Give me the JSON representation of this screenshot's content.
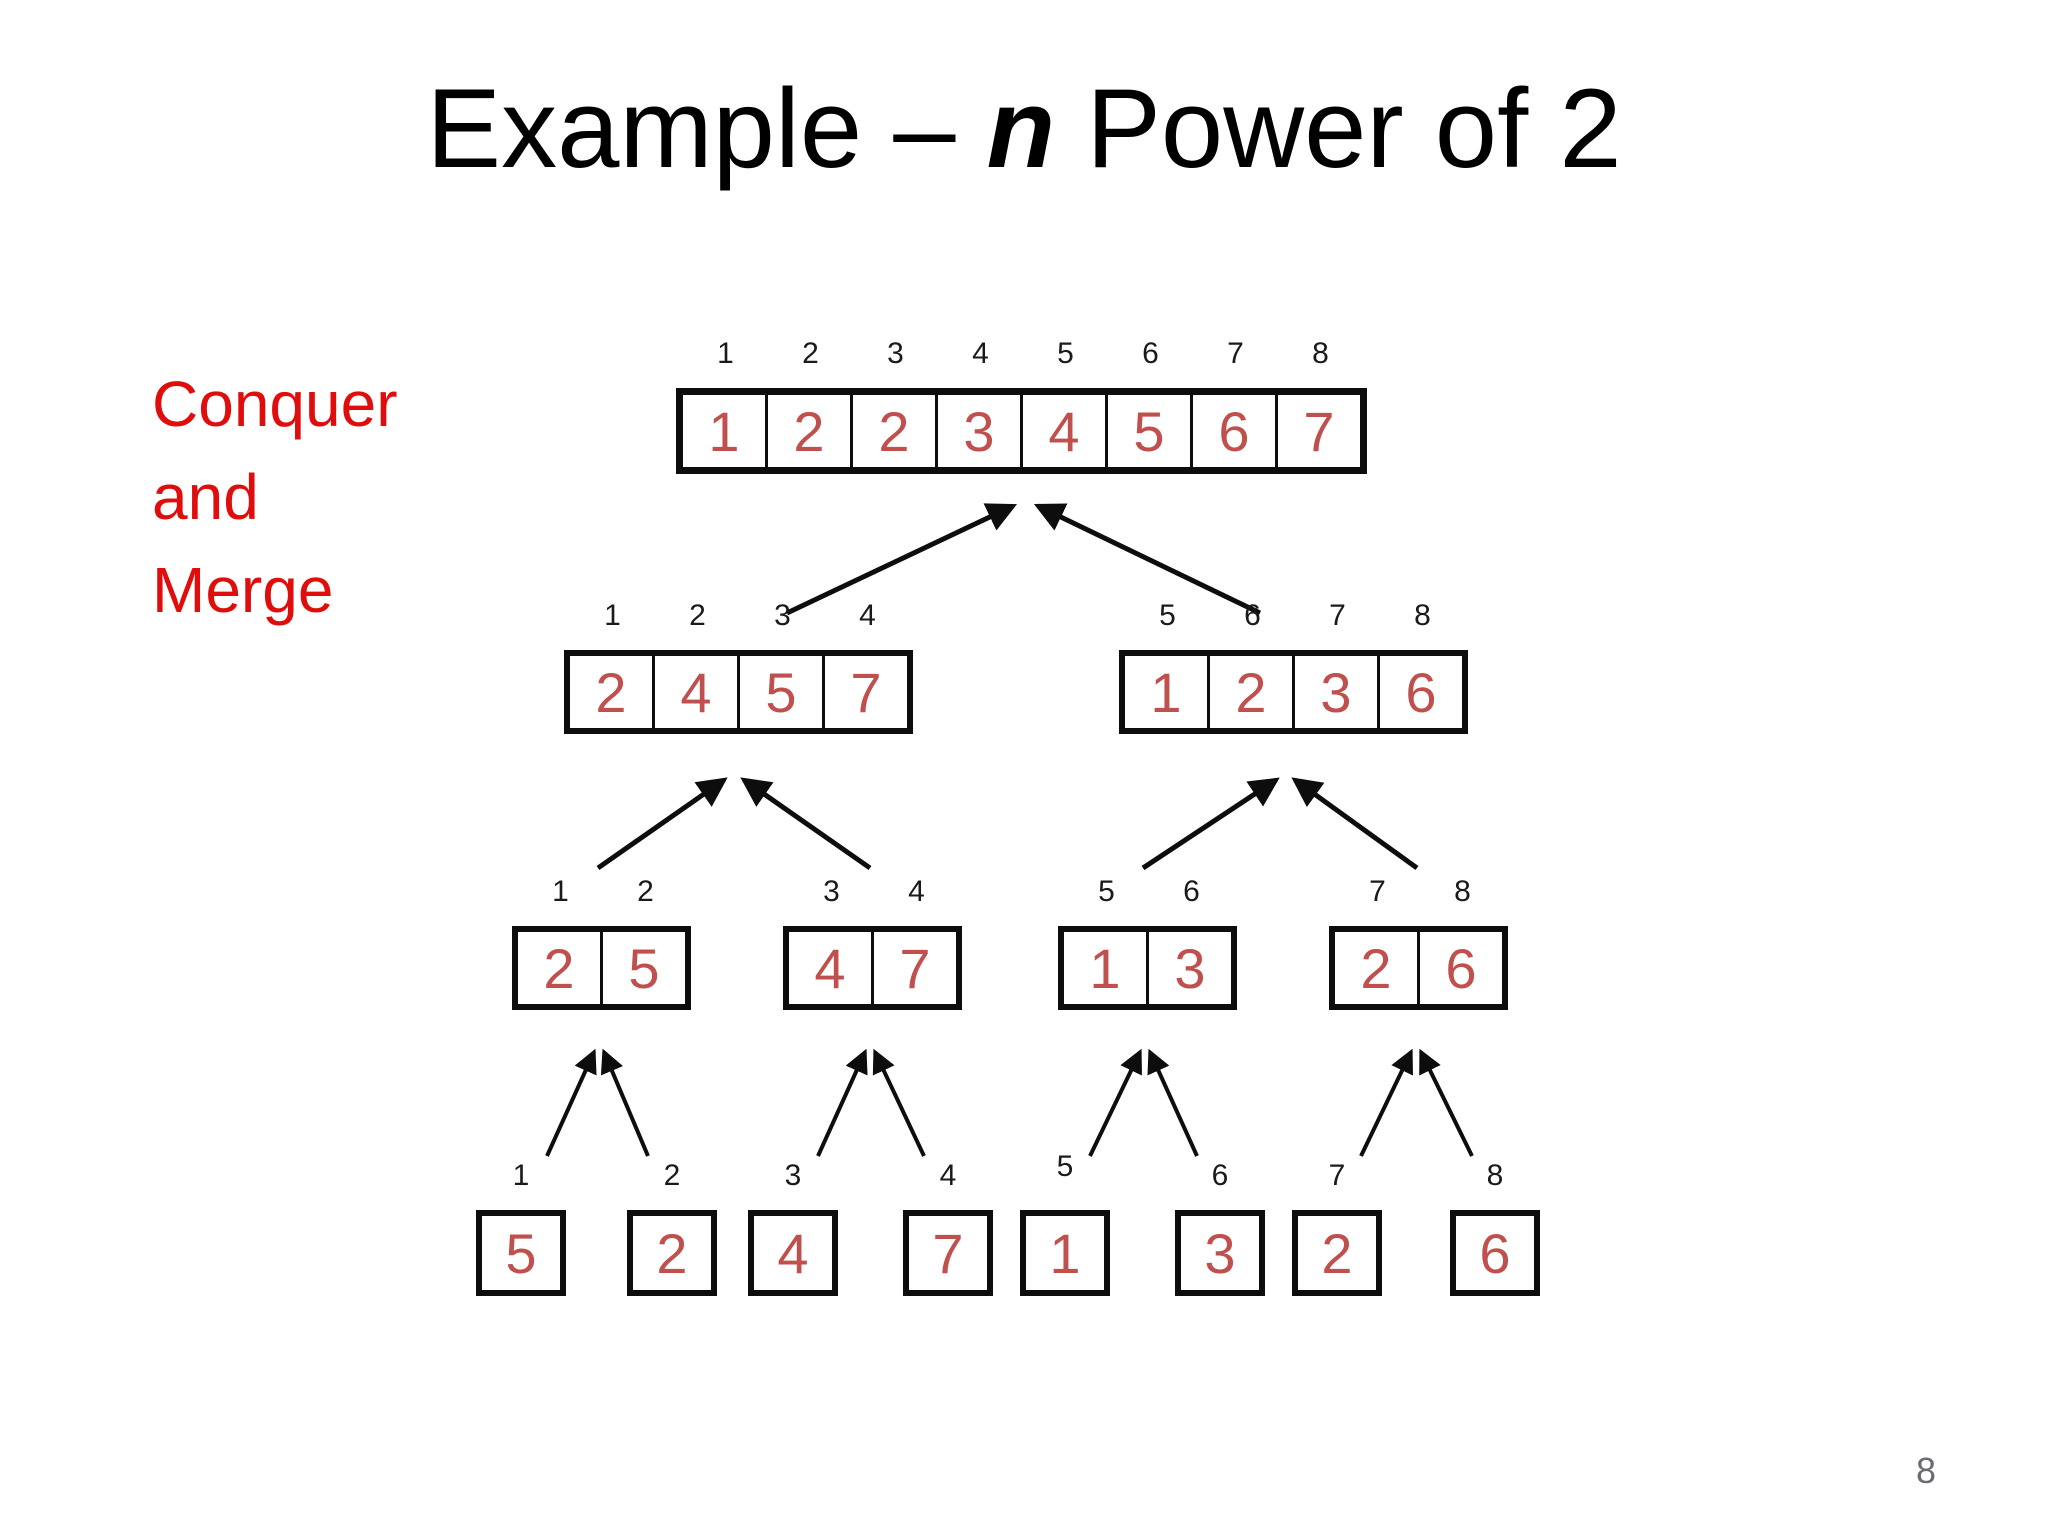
{
  "title": {
    "prefix": "Example – ",
    "emph": "n",
    "suffix": " Power of 2"
  },
  "side_label": {
    "lines": [
      "Conquer",
      "and",
      "Merge"
    ]
  },
  "page_number": "8",
  "colors": {
    "value_red": "#c0504d",
    "label_red": "#e00d0d",
    "line_black": "#0d0d0d",
    "index_color": "#1a1a1a",
    "page_gray": "#6b6b73"
  },
  "tree": {
    "level1": {
      "indices": [
        "1",
        "2",
        "3",
        "4",
        "5",
        "6",
        "7",
        "8"
      ],
      "values": [
        "1",
        "2",
        "2",
        "3",
        "4",
        "5",
        "6",
        "7"
      ]
    },
    "level2": [
      {
        "indices": [
          "1",
          "2",
          "3",
          "4"
        ],
        "values": [
          "2",
          "4",
          "5",
          "7"
        ]
      },
      {
        "indices": [
          "5",
          "6",
          "7",
          "8"
        ],
        "values": [
          "1",
          "2",
          "3",
          "6"
        ]
      }
    ],
    "level3": [
      {
        "indices": [
          "1",
          "2"
        ],
        "values": [
          "2",
          "5"
        ]
      },
      {
        "indices": [
          "3",
          "4"
        ],
        "values": [
          "4",
          "7"
        ]
      },
      {
        "indices": [
          "5",
          "6"
        ],
        "values": [
          "1",
          "3"
        ]
      },
      {
        "indices": [
          "7",
          "8"
        ],
        "values": [
          "2",
          "6"
        ]
      }
    ],
    "level4": [
      {
        "index": "1",
        "value": "5"
      },
      {
        "index": "2",
        "value": "2"
      },
      {
        "index": "3",
        "value": "4"
      },
      {
        "index": "4",
        "value": "7"
      },
      {
        "index": "5",
        "value": "1"
      },
      {
        "index": "6",
        "value": "3"
      },
      {
        "index": "7",
        "value": "2"
      },
      {
        "index": "8",
        "value": "6"
      }
    ]
  }
}
